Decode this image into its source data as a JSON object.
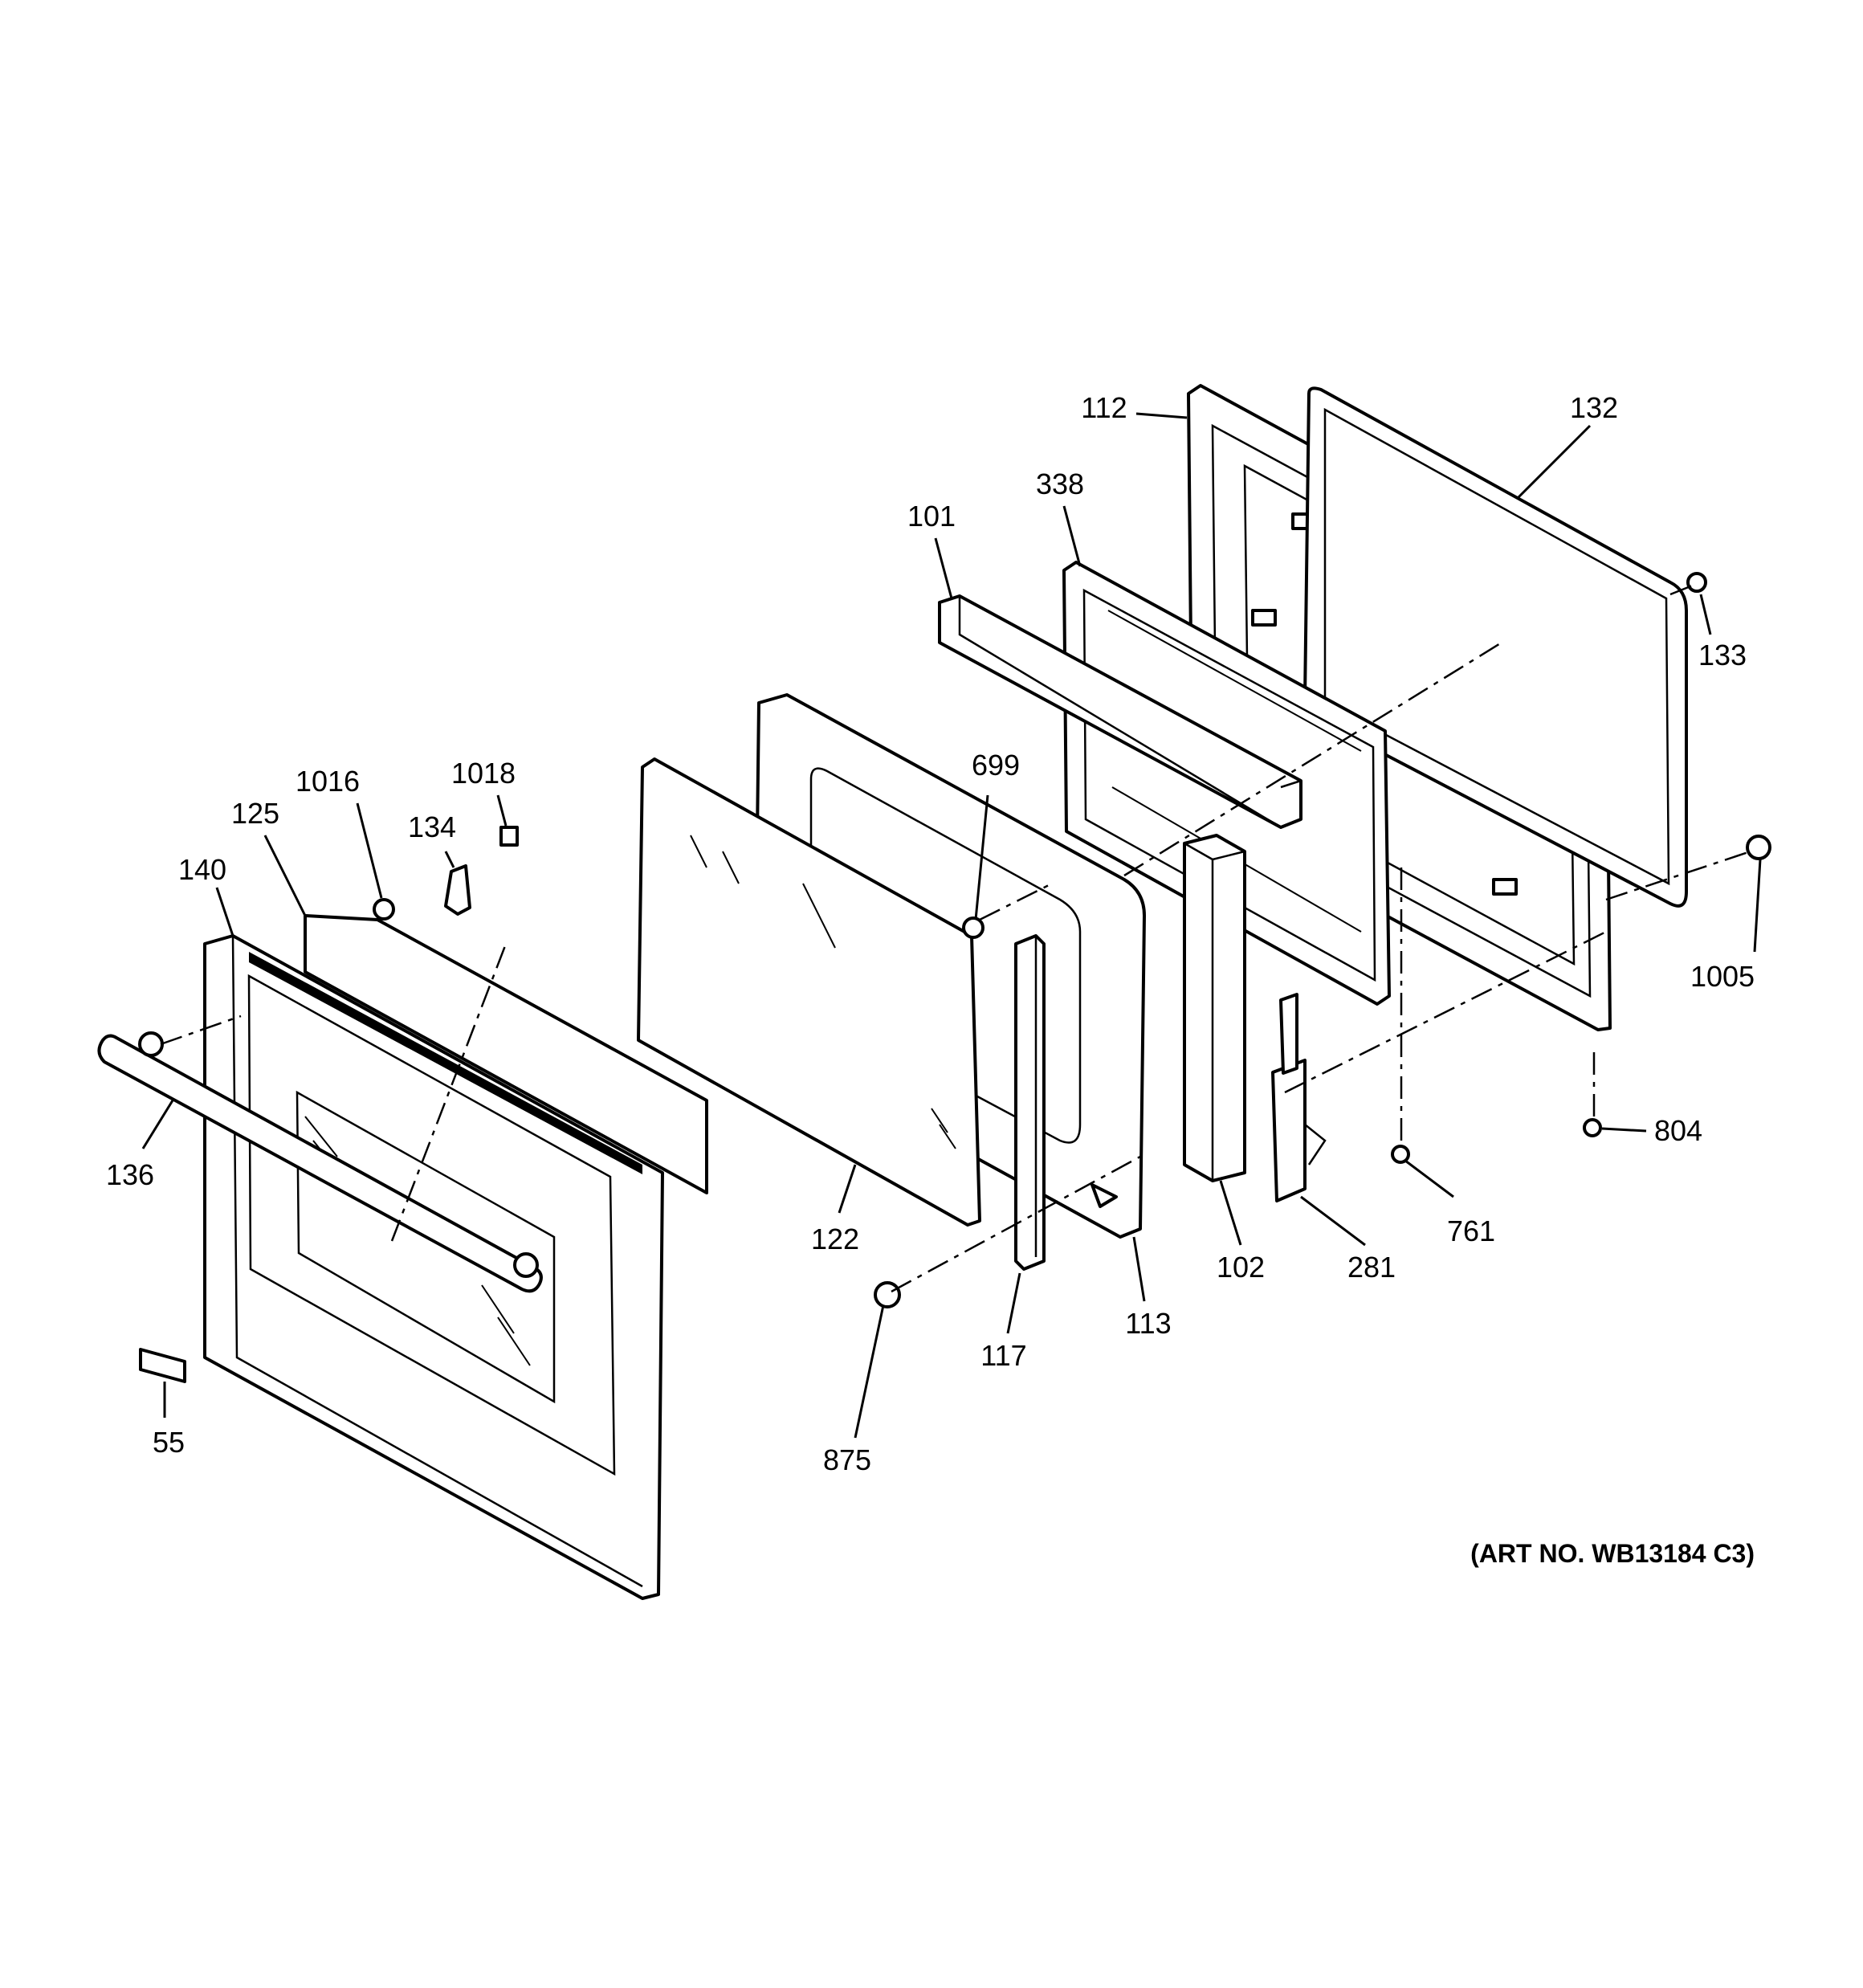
{
  "callouts": {
    "c112": "112",
    "c132": "132",
    "c338": "338",
    "c101": "101",
    "c133": "133",
    "c699": "699",
    "c1018": "1018",
    "c1016": "1016",
    "c125": "125",
    "c134": "134",
    "c140": "140",
    "c1005": "1005",
    "c136": "136",
    "c804": "804",
    "c761": "761",
    "c122": "122",
    "c102": "102",
    "c281": "281",
    "c113": "113",
    "c117": "117",
    "c55": "55",
    "c875": "875"
  },
  "art_number": "(ART NO. WB13184 C3)"
}
